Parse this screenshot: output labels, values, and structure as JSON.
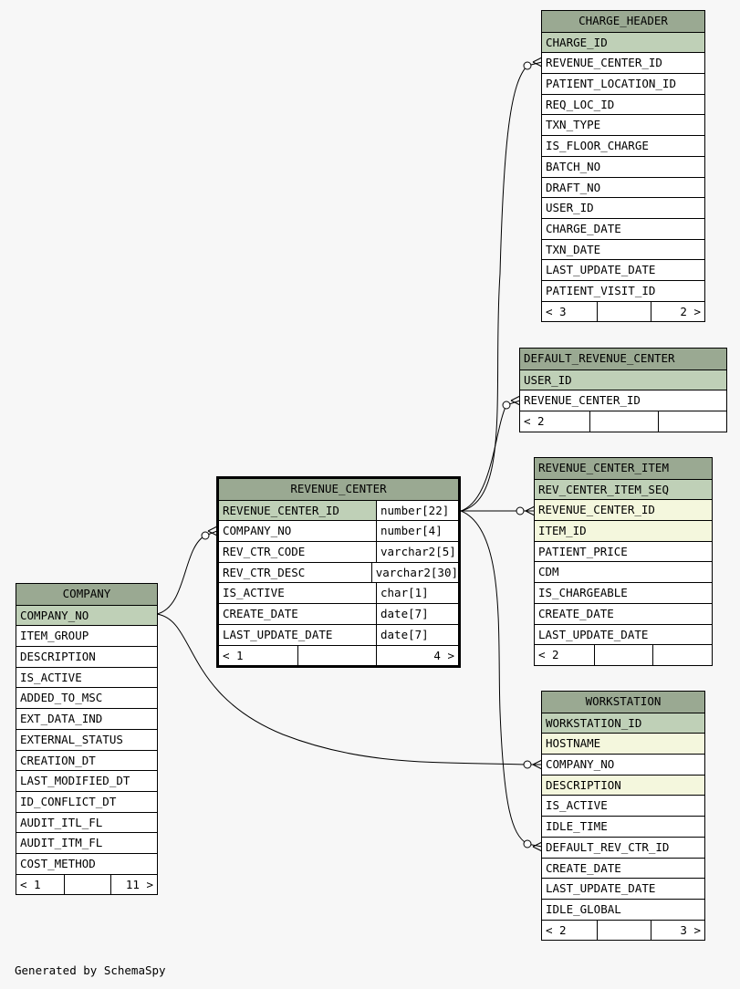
{
  "tables": {
    "charge_header": {
      "name": "CHARGE_HEADER",
      "columns": [
        {
          "name": "CHARGE_ID",
          "kind": "pk"
        },
        {
          "name": "REVENUE_CENTER_ID",
          "kind": ""
        },
        {
          "name": "PATIENT_LOCATION_ID",
          "kind": ""
        },
        {
          "name": "REQ_LOC_ID",
          "kind": ""
        },
        {
          "name": "TXN_TYPE",
          "kind": ""
        },
        {
          "name": "IS_FLOOR_CHARGE",
          "kind": ""
        },
        {
          "name": "BATCH_NO",
          "kind": ""
        },
        {
          "name": "DRAFT_NO",
          "kind": ""
        },
        {
          "name": "USER_ID",
          "kind": ""
        },
        {
          "name": "CHARGE_DATE",
          "kind": ""
        },
        {
          "name": "TXN_DATE",
          "kind": ""
        },
        {
          "name": "LAST_UPDATE_DATE",
          "kind": ""
        },
        {
          "name": "PATIENT_VISIT_ID",
          "kind": ""
        }
      ],
      "footer": {
        "parents": "< 3",
        "mid": "",
        "children": "2 >"
      }
    },
    "default_revenue_center": {
      "name": "DEFAULT_REVENUE_CENTER",
      "columns": [
        {
          "name": "USER_ID",
          "kind": "pk"
        },
        {
          "name": "REVENUE_CENTER_ID",
          "kind": ""
        }
      ],
      "footer": {
        "parents": "< 2",
        "mid": "",
        "children": ""
      }
    },
    "revenue_center_item": {
      "name": "REVENUE_CENTER_ITEM",
      "columns": [
        {
          "name": "REV_CENTER_ITEM_SEQ",
          "kind": "pk"
        },
        {
          "name": "REVENUE_CENTER_ID",
          "kind": "idx"
        },
        {
          "name": "ITEM_ID",
          "kind": "idx"
        },
        {
          "name": "PATIENT_PRICE",
          "kind": ""
        },
        {
          "name": "CDM",
          "kind": ""
        },
        {
          "name": "IS_CHARGEABLE",
          "kind": ""
        },
        {
          "name": "CREATE_DATE",
          "kind": ""
        },
        {
          "name": "LAST_UPDATE_DATE",
          "kind": ""
        }
      ],
      "footer": {
        "parents": "< 2",
        "mid": "",
        "children": ""
      }
    },
    "revenue_center": {
      "name": "REVENUE_CENTER",
      "columns": [
        {
          "name": "REVENUE_CENTER_ID",
          "type": "number[22]",
          "kind": "pk"
        },
        {
          "name": "COMPANY_NO",
          "type": "number[4]",
          "kind": ""
        },
        {
          "name": "REV_CTR_CODE",
          "type": "varchar2[5]",
          "kind": ""
        },
        {
          "name": "REV_CTR_DESC",
          "type": "varchar2[30]",
          "kind": ""
        },
        {
          "name": "IS_ACTIVE",
          "type": "char[1]",
          "kind": ""
        },
        {
          "name": "CREATE_DATE",
          "type": "date[7]",
          "kind": ""
        },
        {
          "name": "LAST_UPDATE_DATE",
          "type": "date[7]",
          "kind": ""
        }
      ],
      "footer": {
        "parents": "< 1",
        "mid": "",
        "children": "4 >"
      }
    },
    "company": {
      "name": "COMPANY",
      "columns": [
        {
          "name": "COMPANY_NO",
          "kind": "pk"
        },
        {
          "name": "ITEM_GROUP",
          "kind": ""
        },
        {
          "name": "DESCRIPTION",
          "kind": ""
        },
        {
          "name": "IS_ACTIVE",
          "kind": ""
        },
        {
          "name": "ADDED_TO_MSC",
          "kind": ""
        },
        {
          "name": "EXT_DATA_IND",
          "kind": ""
        },
        {
          "name": "EXTERNAL_STATUS",
          "kind": ""
        },
        {
          "name": "CREATION_DT",
          "kind": ""
        },
        {
          "name": "LAST_MODIFIED_DT",
          "kind": ""
        },
        {
          "name": "ID_CONFLICT_DT",
          "kind": ""
        },
        {
          "name": "AUDIT_ITL_FL",
          "kind": ""
        },
        {
          "name": "AUDIT_ITM_FL",
          "kind": ""
        },
        {
          "name": "COST_METHOD",
          "kind": ""
        }
      ],
      "footer": {
        "parents": "< 1",
        "mid": "",
        "children": "11 >"
      }
    },
    "workstation": {
      "name": "WORKSTATION",
      "columns": [
        {
          "name": "WORKSTATION_ID",
          "kind": "pk"
        },
        {
          "name": "HOSTNAME",
          "kind": "idx"
        },
        {
          "name": "COMPANY_NO",
          "kind": ""
        },
        {
          "name": "DESCRIPTION",
          "kind": "idx"
        },
        {
          "name": "IS_ACTIVE",
          "kind": ""
        },
        {
          "name": "IDLE_TIME",
          "kind": ""
        },
        {
          "name": "DEFAULT_REV_CTR_ID",
          "kind": ""
        },
        {
          "name": "CREATE_DATE",
          "kind": ""
        },
        {
          "name": "LAST_UPDATE_DATE",
          "kind": ""
        },
        {
          "name": "IDLE_GLOBAL",
          "kind": ""
        }
      ],
      "footer": {
        "parents": "< 2",
        "mid": "",
        "children": "3 >"
      }
    }
  },
  "generated_by": "Generated by SchemaSpy"
}
